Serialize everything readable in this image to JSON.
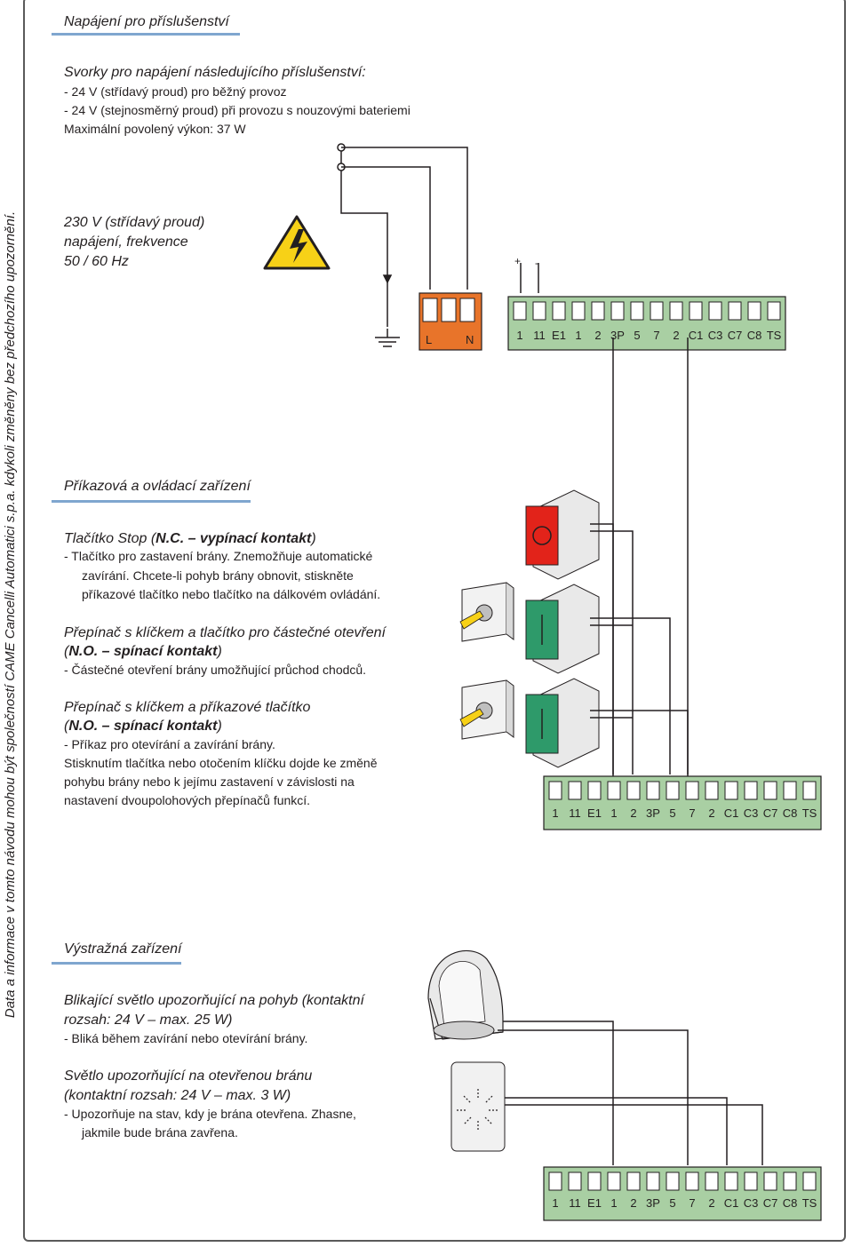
{
  "sidebar_text": "Data a informace v tomto návodu mohou být společností CAME Cancelli Automatici s.p.a. kdykoli změněny bez předchozího upozornění.",
  "section_power": {
    "heading": "Napájení pro příslušenství",
    "intro": "Svorky pro napájení následujícího příslušenství:",
    "lines": [
      "-  24 V (střídavý proud) pro běžný provoz",
      "-  24 V (stejnosměrný proud) při provozu s nouzovými bateriemi",
      "Maximální povolený výkon: 37 W"
    ]
  },
  "mains": {
    "lines": [
      "230 V (střídavý proud)",
      "napájení, frekvence",
      "50 / 60 Hz"
    ],
    "terminal_L": "L",
    "terminal_N": "N",
    "plus": "+",
    "minus": "-"
  },
  "terminal_labels": [
    "1",
    "11",
    "E1",
    "1",
    "2",
    "3P",
    "5",
    "7",
    "2",
    "C1",
    "C3",
    "C7",
    "C8",
    "TS"
  ],
  "section_control": {
    "heading": "Příkazová a ovládací zařízení",
    "stop_title": "Tlačítko Stop (",
    "stop_bold": "N.C. – vypínací kontakt",
    "stop_close": ")",
    "stop_lines": [
      "-  Tlačítko pro zastavení brány. Znemožňuje automatické",
      "zavírání. Chcete-li pohyb brány obnovit, stiskněte",
      "příkazové tlačítko nebo tlačítko na dálkovém ovládání."
    ],
    "partial_title": "Přepínač s klíčkem a tlačítko pro částečné otevření",
    "partial_open": "(",
    "partial_bold": "N.O. – spínací kontakt",
    "partial_close": ")",
    "partial_lines": [
      "-  Částečné otevření brány umožňující průchod chodců."
    ],
    "cmd_title": "Přepínač s klíčkem a příkazové tlačítko",
    "cmd_open": "(",
    "cmd_bold": "N.O. – spínací kontakt",
    "cmd_close": ")",
    "cmd_lines": [
      "-  Příkaz pro otevírání a zavírání brány.",
      "Stisknutím tlačítka nebo otočením klíčku dojde ke změně",
      "pohybu brány nebo k jejímu zastavení v závislosti na",
      "nastavení dvoupolohových přepínačů funkcí."
    ]
  },
  "section_warning": {
    "heading": "Výstražná zařízení",
    "flash_title": [
      "Blikající světlo upozorňující na pohyb (kontaktní",
      "rozsah: 24 V – max. 25 W)"
    ],
    "flash_lines": [
      "-  Bliká během zavírání nebo otevírání brány."
    ],
    "gate_title": [
      "Světlo upozorňující na otevřenou bránu",
      "(kontaktní rozsah: 24 V – max. 3 W)"
    ],
    "gate_lines": [
      "-  Upozorňuje na stav, kdy je brána otevřena. Zhasne,",
      "jakmile bude brána zavřena."
    ]
  },
  "colors": {
    "accent_line": "#7fa6cf",
    "terminal_green": "#a9cfa3",
    "terminal_orange": "#e8742a",
    "warning_yellow": "#f7d117",
    "stop_red": "#e2231a",
    "button_green": "#2e9a6a"
  }
}
